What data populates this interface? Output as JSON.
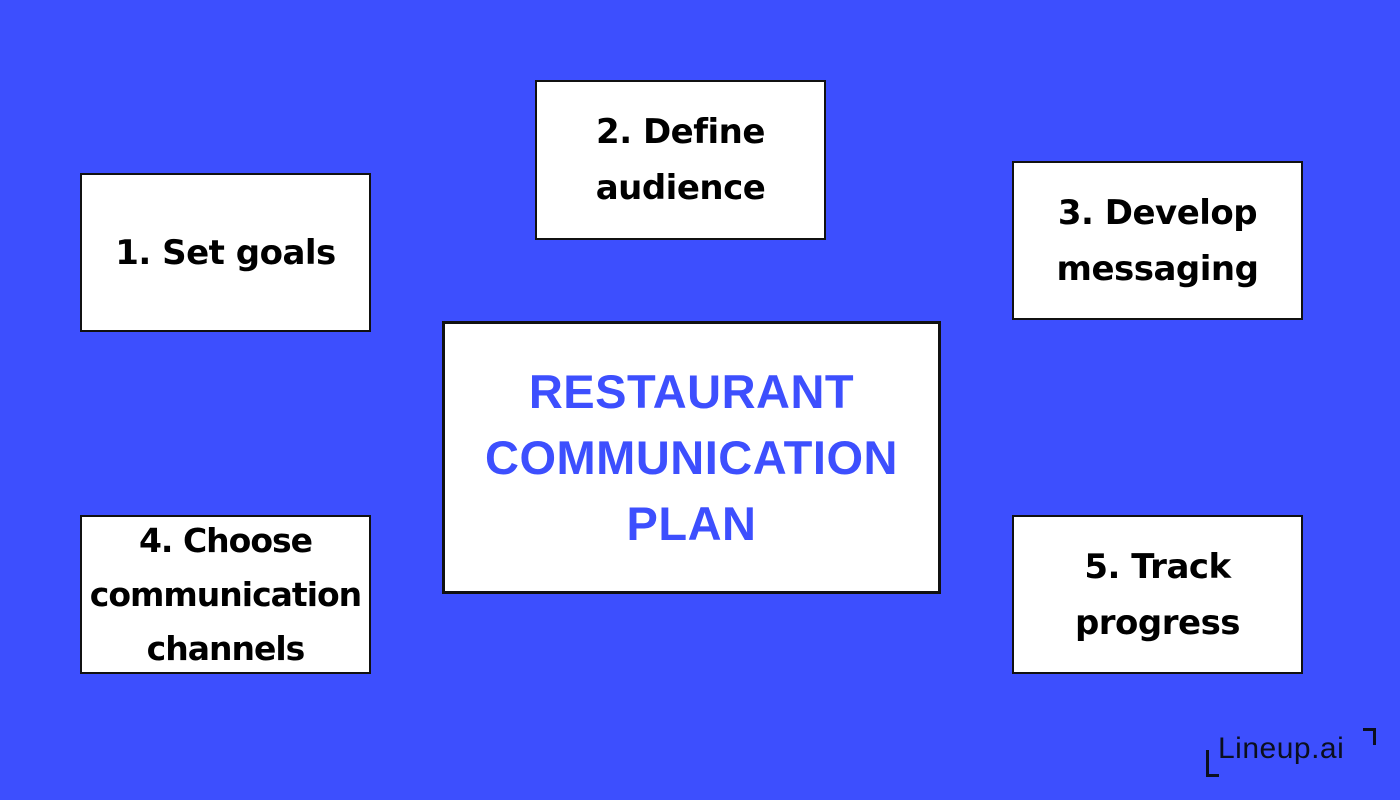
{
  "colors": {
    "background": "#3d4ffe",
    "box_background": "#ffffff",
    "box_border": "#111111",
    "step_text": "#000000",
    "center_text": "#3d4ffe",
    "logo": "#0b0f1e"
  },
  "center": {
    "title": "RESTAURANT\nCOMMUNICATION\nPLAN"
  },
  "steps": [
    {
      "label": "1. Set goals"
    },
    {
      "label": "2. Define\naudience"
    },
    {
      "label": "3. Develop\nmessaging"
    },
    {
      "label": "4. Choose\ncommunication\nchannels"
    },
    {
      "label": "5. Track\nprogress"
    }
  ],
  "logo": {
    "text": "Lineup.ai"
  }
}
